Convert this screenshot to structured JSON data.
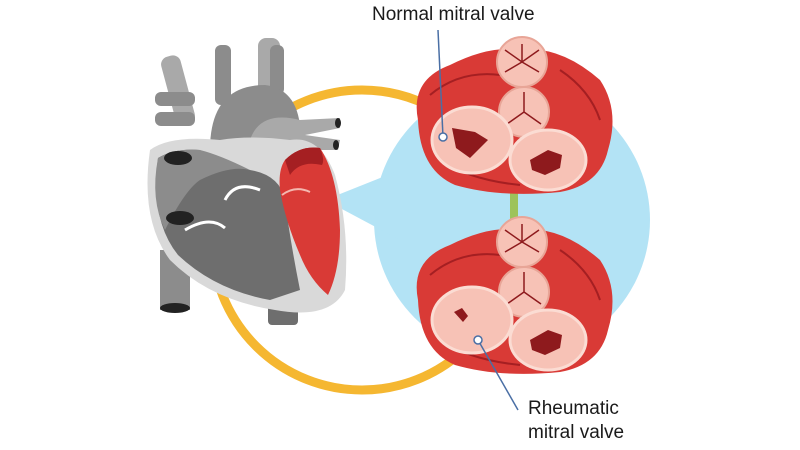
{
  "diagram": {
    "subject": "heart with mitral valve comparison",
    "labels": {
      "normal": "Normal mitral valve",
      "rheumatic_line1": "Rheumatic",
      "rheumatic_line2": "mitral valve"
    },
    "parts": [
      {
        "id": "heart",
        "description": "grey cross-section heart with red left ventricle"
      },
      {
        "id": "normal-valve",
        "description": "top valve cross-section, open mitral orifice"
      },
      {
        "id": "rheumatic-valve",
        "description": "bottom valve cross-section, narrowed mitral orifice"
      }
    ],
    "colors": {
      "ring": "#f5b731",
      "callout_circle": "#b3e3f5",
      "heart_grey_dark": "#6e6e6e",
      "heart_grey_mid": "#8c8c8c",
      "heart_grey_light": "#a9a9a9",
      "heart_outline": "#d9d9d9",
      "muscle_red": "#d93a36",
      "muscle_dark": "#a51f22",
      "valve_pink": "#f7c2b6",
      "valve_pale": "#fbdcd3",
      "orifice": "#8e1a1d",
      "leader_line": "#4a6fa5",
      "connector_green": "#9dc35a"
    }
  }
}
